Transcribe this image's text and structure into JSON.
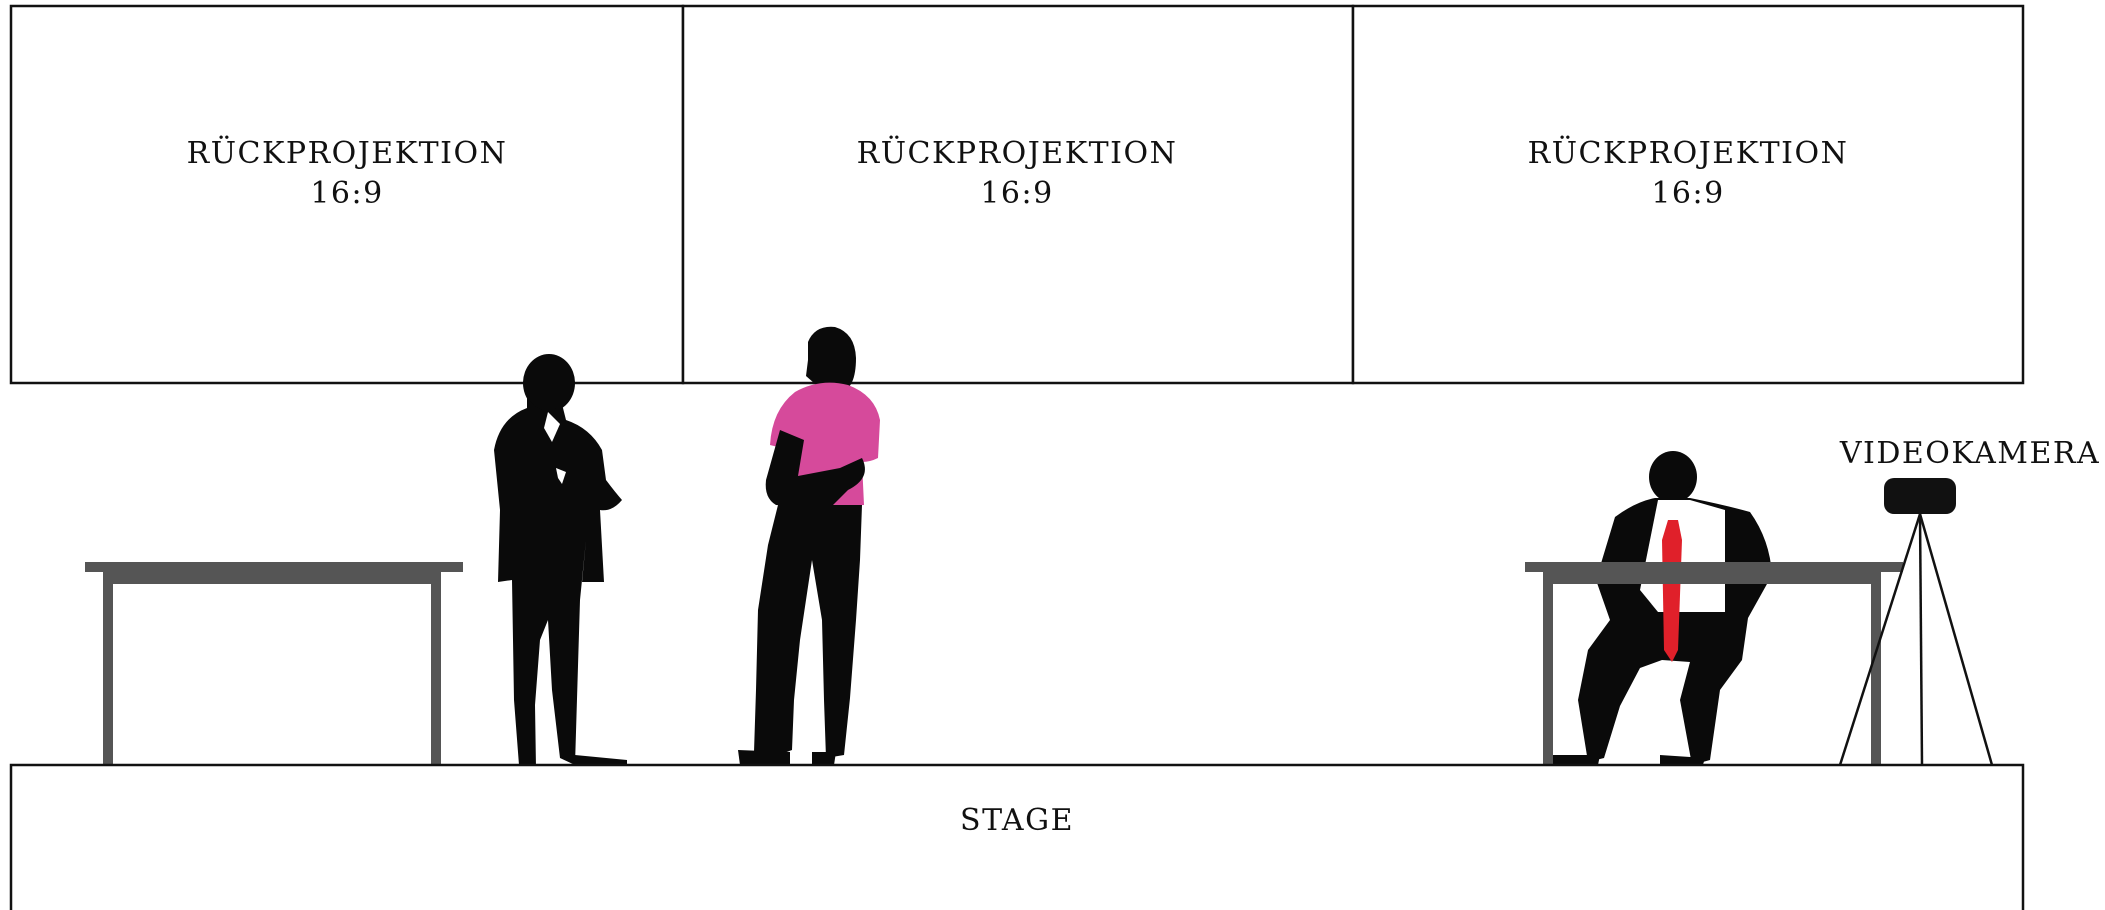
{
  "screens": [
    {
      "label": "RÜCKPROJEKTION",
      "ratio": "16:9"
    },
    {
      "label": "RÜCKPROJEKTION",
      "ratio": "16:9"
    },
    {
      "label": "RÜCKPROJEKTION",
      "ratio": "16:9"
    }
  ],
  "stage": {
    "label": "STAGE"
  },
  "camera": {
    "label": "VIDEOKAMERA"
  },
  "colors": {
    "outline": "#111111",
    "silhouette": "#0a0a0a",
    "shirt_pink": "#d64a9b",
    "tie_red": "#e0202a",
    "table_gray": "#555555",
    "camera_body": "#111111"
  },
  "icons": [
    "standing-man-silhouette",
    "standing-woman-silhouette",
    "seated-man-silhouette",
    "table",
    "videocamera-tripod"
  ]
}
